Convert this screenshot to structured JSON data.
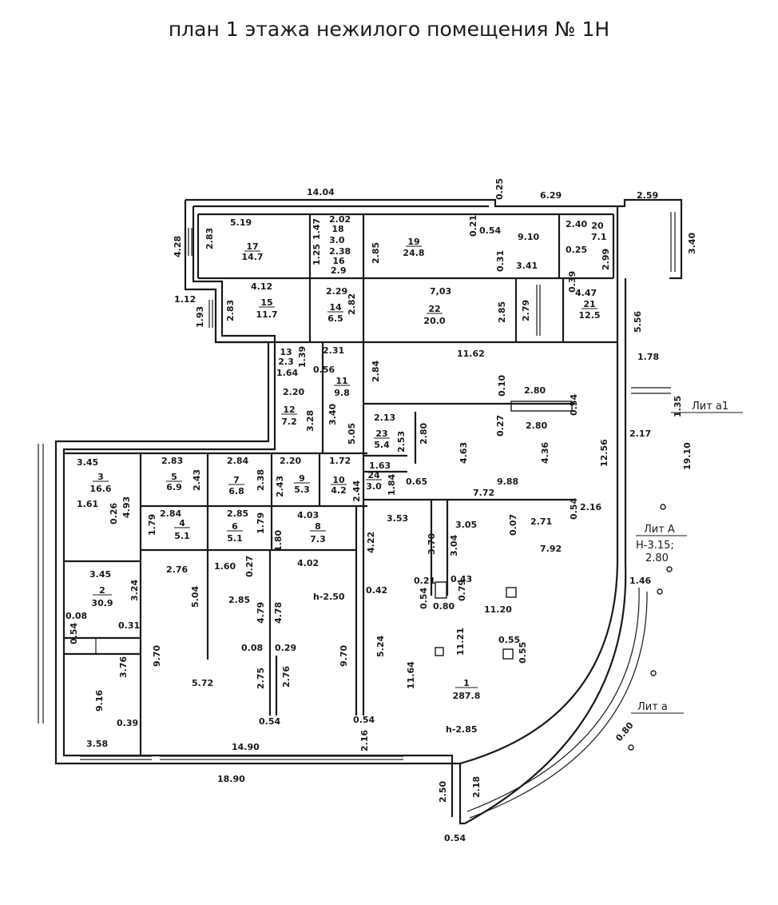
{
  "title": "план 1 этажа нежилого помещения № 1Н",
  "labels": {
    "d_14_04": "14.04",
    "d_0_25a": "0.25",
    "d_6_29": "6.29",
    "d_2_59": "2.59",
    "d_5_19": "5.19",
    "d_2_83a": "2.83",
    "d_4_28": "4.28",
    "d_2_02": "2.02",
    "d_1_47": "1.47",
    "d_3_0": "3.0",
    "d_2_38": "2.38",
    "d_1_25": "1.25",
    "d_2_9": "2.9",
    "d_2_85a": "2.85",
    "d_0_21a": "0.21",
    "d_0_54a": "0.54",
    "d_9_10": "9.10",
    "d_0_31a": "0.31",
    "d_3_41": "3.41",
    "d_2_40": "2.40",
    "d_7_1": "7.1",
    "d_0_25b": "0.25",
    "d_2_99": "2.99",
    "d_3_40a": "3.40",
    "d_0_39a": "0.39",
    "d_4_12": "4.12",
    "d_2_29": "2.29",
    "d_7_03": "7,03",
    "d_4_47": "4.47",
    "d_1_12": "1.12",
    "d_1_93": "1.93",
    "d_2_83b": "2.83",
    "d_2_82": "2.82",
    "d_2_85b": "2.85",
    "d_2_79": "2.79",
    "d_5_56": "5.56",
    "d_1_78": "1.78",
    "d_2_31": "2.31",
    "d_0_56": "0.56",
    "d_1_64": "1.64",
    "d_1_39": "1.39",
    "d_2_84a": "2.84",
    "d_11_62": "11.62",
    "d_0_10": "0.10",
    "d_2_80a": "2.80",
    "d_0_54b": "0.54",
    "d_2_80b": "2.80",
    "d_0_27a": "0.27",
    "d_2_20a": "2.20",
    "d_3_28": "3.28",
    "d_3_40b": "3.40",
    "d_5_05": "5.05",
    "d_2_13": "2.13",
    "d_2_53": "2.53",
    "d_2_80c": "2.80",
    "d_4_63": "4.63",
    "d_4_36": "4.36",
    "d_12_56": "12.56",
    "d_1_35": "1.35",
    "d_2_17": "2.17",
    "d_19_10": "19.10",
    "d_3_45a": "3.45",
    "d_2_83c": "2.83",
    "d_2_84b": "2.84",
    "d_2_20b": "2.20",
    "d_1_72": "1.72",
    "d_1_63": "1.63",
    "d_1_84": "1.84",
    "d_0_65": "0.65",
    "d_9_88": "9.88",
    "d_2_43a": "2.43",
    "d_2_38b": "2.38",
    "d_2_43b": "2.43",
    "d_2_44": "2.44",
    "d_1_61": "1.61",
    "d_0_26": "0.26",
    "d_4_93": "4.93",
    "d_2_84c": "2.84",
    "d_2_85c": "2.85",
    "d_4_03": "4.03",
    "d_7_72": "7.72",
    "d_0_54c": "0.54",
    "d_2_16a": "2.16",
    "d_1_79a": "1.79",
    "d_1_79b": "1.79",
    "d_1_80": "1.80",
    "d_4_22": "4.22",
    "d_3_53": "3.53",
    "d_3_70": "3.70",
    "d_3_05": "3.05",
    "d_3_04": "3.04",
    "d_0_07": "0.07",
    "d_2_71": "2.71",
    "d_7_92": "7.92",
    "d_4_02": "4.02",
    "d_3_45b": "3.45",
    "d_3_24": "3.24",
    "d_2_76a": "2.76",
    "d_1_60": "1.60",
    "d_0_27b": "0.27",
    "d_5_04": "5.04",
    "d_2_85d": "2.85",
    "d_4_79": "4.79",
    "d_4_78": "4.78",
    "d_h_2_50": "h-2.50",
    "d_0_42": "0.42",
    "d_0_21b": "0.21",
    "d_0_43": "0.43",
    "d_0_54d": "0.54",
    "d_0_79": "0.79",
    "d_0_80": "0.80",
    "d_11_20": "11.20",
    "d_1_46": "1.46",
    "d_0_08a": "0.08",
    "d_0_31b": "0.31",
    "d_0_54e": "0.54",
    "d_9_70a": "9.70",
    "d_0_08b": "0.08",
    "d_0_29": "0.29",
    "d_9_70b": "9.70",
    "d_5_24": "5.24",
    "d_11_21": "11.21",
    "d_0_55a": "0.55",
    "d_0_55b": "0.55",
    "d_3_76": "3.76",
    "d_5_72": "5.72",
    "d_2_75": "2.75",
    "d_2_76b": "2.76",
    "d_11_64": "11.64",
    "d_9_16": "9.16",
    "d_0_39b": "0.39",
    "d_0_54f": "0.54",
    "d_0_54g": "0.54",
    "d_h_2_85": "h-2.85",
    "d_0_80b": "0.80",
    "d_3_58": "3.58",
    "d_14_90": "14.90",
    "d_2_16b": "2.16",
    "d_18_90": "18.90",
    "d_2_50": "2.50",
    "d_2_18": "2.18",
    "d_0_54h": "0.54"
  },
  "rooms": [
    {
      "no": "17",
      "area": "14.7"
    },
    {
      "no": "18",
      "area": "3.0"
    },
    {
      "no": "16",
      "area": "2.9"
    },
    {
      "no": "19",
      "area": "24.8"
    },
    {
      "no": "20",
      "area": "7.1"
    },
    {
      "no": "15",
      "area": "11.7"
    },
    {
      "no": "14",
      "area": "6.5"
    },
    {
      "no": "22",
      "area": "20.0"
    },
    {
      "no": "21",
      "area": "12.5"
    },
    {
      "no": "13",
      "area": "2.3"
    },
    {
      "no": "11",
      "area": "9.8"
    },
    {
      "no": "12",
      "area": "7.2"
    },
    {
      "no": "23",
      "area": "5.4"
    },
    {
      "no": "3",
      "area": "16.6"
    },
    {
      "no": "5",
      "area": "6.9"
    },
    {
      "no": "7",
      "area": "6.8"
    },
    {
      "no": "9",
      "area": "5.3"
    },
    {
      "no": "10",
      "area": "4.2"
    },
    {
      "no": "24",
      "area": "3.0"
    },
    {
      "no": "4",
      "area": "5.1"
    },
    {
      "no": "6",
      "area": "5.1"
    },
    {
      "no": "8",
      "area": "7.3"
    },
    {
      "no": "2",
      "area": "30.9"
    },
    {
      "no": "1",
      "area": "287.8"
    }
  ],
  "lit": {
    "a1": "Лит а1",
    "A": "Лит А",
    "A_h": "Н-3.15;",
    "A_h2": "2.80",
    "a": "Лит а"
  }
}
